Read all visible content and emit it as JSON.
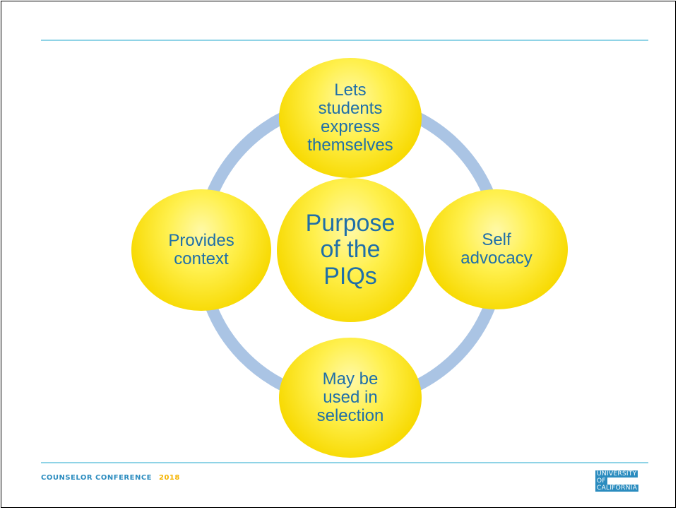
{
  "diagram": {
    "center": "Purpose\nof the\nPIQs",
    "nodes": {
      "top": "Lets\nstudents\nexpress\nthemselves",
      "left": "Provides\ncontext",
      "right": "Self\nadvocacy",
      "bottom": "May be\nused in\nselection"
    },
    "colors": {
      "node_fill": "#f7d900",
      "node_text": "#1f6fa8",
      "ring": "#aac4e4"
    }
  },
  "footer": {
    "conference": "COUNSELOR CONFERENCE",
    "year": "2018",
    "logo_lines": [
      "UNIVERSITY",
      "OF",
      "CALIFORNIA"
    ]
  },
  "colors": {
    "rule": "#8fd3e6",
    "brand_blue": "#2b8cbf",
    "brand_gold": "#f5b400"
  }
}
